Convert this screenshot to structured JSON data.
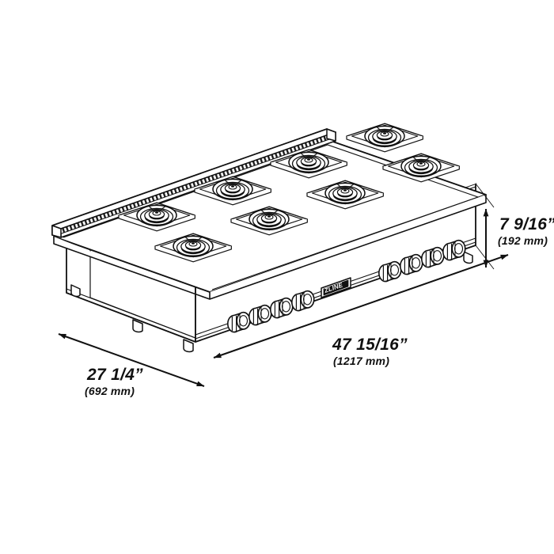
{
  "document": {
    "kind": "product-dimension-line-drawing",
    "product_brand": "ZLINE",
    "product_type": "gas rangetop / cooktop",
    "view": "isometric three-quarter",
    "background_color": "#ffffff",
    "line_color": "#111111"
  },
  "product": {
    "brand_badge": "ZLINE",
    "burner_count": 8,
    "burner_rows": 2,
    "burners_per_row": 4,
    "knob_count": 8,
    "knob_group_left_count": 4,
    "knob_group_right_count": 4,
    "leg_count": 4,
    "has_backguard_rail": true
  },
  "dimensions": {
    "width": {
      "name": "width",
      "imperial": "47 15/16”",
      "metric": "(1217 mm)",
      "inches": 47.9375,
      "millimeters": 1217
    },
    "depth": {
      "name": "depth",
      "imperial": "27 1/4”",
      "metric": "(692 mm)",
      "inches": 27.25,
      "millimeters": 692
    },
    "height": {
      "name": "height",
      "imperial": "7 9/16”",
      "metric": "(192 mm)",
      "inches": 7.5625,
      "millimeters": 192
    }
  },
  "icons": {
    "width_arrow": "double-arrow-horizontal-icon",
    "depth_arrow": "double-arrow-diagonal-icon",
    "height_arrow": "double-arrow-vertical-icon"
  }
}
